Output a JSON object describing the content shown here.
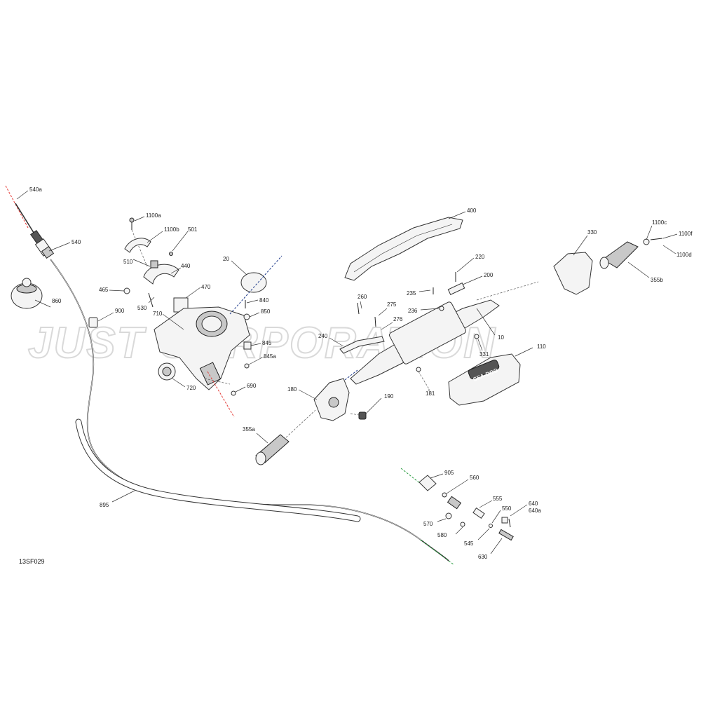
{
  "diagram": {
    "watermark": "JUST CORPORATION",
    "drawing_code": "13SF029",
    "colors": {
      "red_axis": "#e53935",
      "blue_axis": "#1e3a8a",
      "green_axis": "#2e9e44",
      "line": "#333333",
      "watermark": "#d9d9d9"
    },
    "parts": [
      {
        "id": "540a"
      },
      {
        "id": "540"
      },
      {
        "id": "860"
      },
      {
        "id": "900"
      },
      {
        "id": "1100a"
      },
      {
        "id": "1100b"
      },
      {
        "id": "501"
      },
      {
        "id": "510"
      },
      {
        "id": "440"
      },
      {
        "id": "465"
      },
      {
        "id": "530"
      },
      {
        "id": "470"
      },
      {
        "id": "710"
      },
      {
        "id": "20"
      },
      {
        "id": "840"
      },
      {
        "id": "850"
      },
      {
        "id": "845"
      },
      {
        "id": "845a"
      },
      {
        "id": "720"
      },
      {
        "id": "690"
      },
      {
        "id": "400"
      },
      {
        "id": "220"
      },
      {
        "id": "200"
      },
      {
        "id": "235"
      },
      {
        "id": "236"
      },
      {
        "id": "260"
      },
      {
        "id": "275"
      },
      {
        "id": "276"
      },
      {
        "id": "240"
      },
      {
        "id": "10"
      },
      {
        "id": "331"
      },
      {
        "id": "181"
      },
      {
        "id": "110"
      },
      {
        "id": "180"
      },
      {
        "id": "190"
      },
      {
        "id": "355a"
      },
      {
        "id": "330"
      },
      {
        "id": "1100c"
      },
      {
        "id": "1100f"
      },
      {
        "id": "1100d"
      },
      {
        "id": "355b"
      },
      {
        "id": "895"
      },
      {
        "id": "905"
      },
      {
        "id": "560"
      },
      {
        "id": "555"
      },
      {
        "id": "550"
      },
      {
        "id": "640"
      },
      {
        "id": "640a"
      },
      {
        "id": "570"
      },
      {
        "id": "580"
      },
      {
        "id": "545"
      },
      {
        "id": "630"
      }
    ],
    "brand_mark": "SEA-DOO"
  }
}
